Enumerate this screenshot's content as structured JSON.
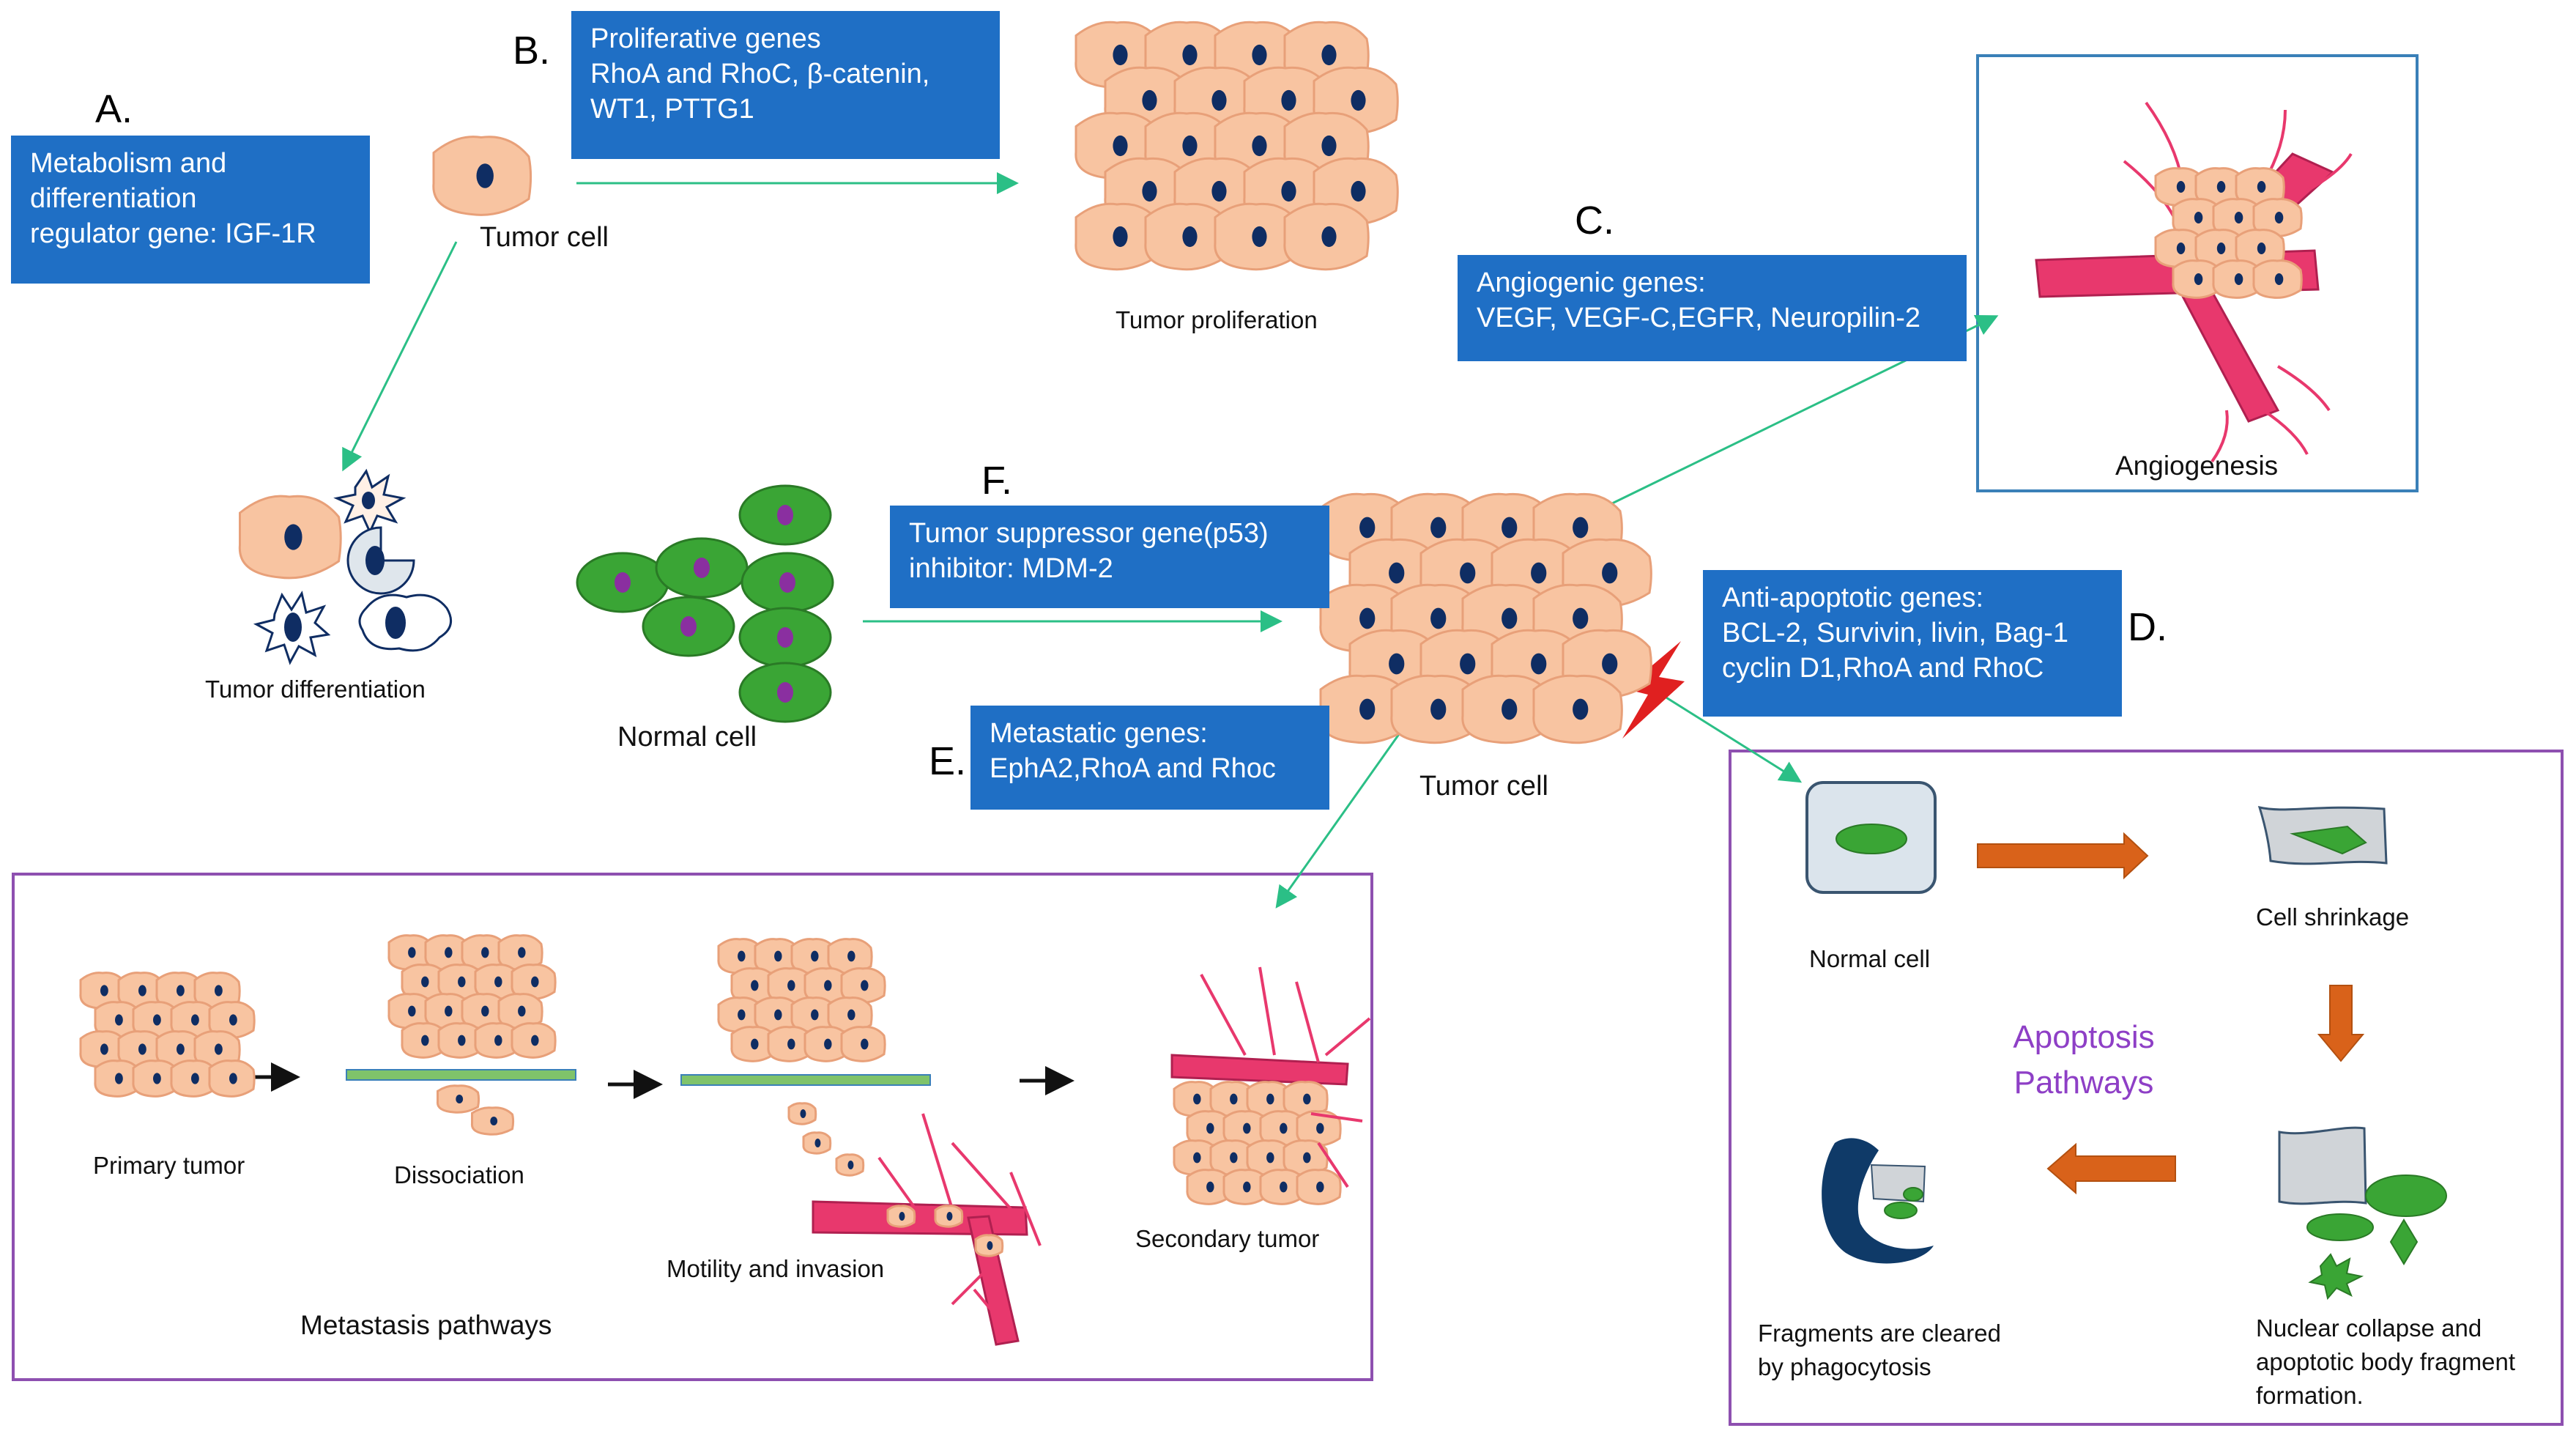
{
  "letters": {
    "a": "A.",
    "b": "B.",
    "c": "C.",
    "d": "D.",
    "e": "E.",
    "f": "F."
  },
  "boxes": {
    "metabolism": [
      "Metabolism and",
      "differentiation",
      "regulator gene: IGF-1R"
    ],
    "proliferative": [
      "Proliferative genes",
      "RhoA and RhoC, β-catenin,",
      "WT1, PTTG1"
    ],
    "angiogenic": [
      "Angiogenic genes:",
      "VEGF, VEGF-C,EGFR, Neuropilin-2"
    ],
    "suppressor": [
      "Tumor suppressor gene(p53)",
      "inhibitor: MDM-2"
    ],
    "antiapoptotic": [
      "Anti-apoptotic genes:",
      "BCL-2, Survivin, livin, Bag-1",
      "cyclin D1,RhoA and RhoC"
    ],
    "metastatic": [
      "Metastatic genes:",
      "EphA2,RhoA and Rhoc"
    ]
  },
  "labels": {
    "tumor_cell_top": "Tumor cell",
    "tumor_proliferation": "Tumor proliferation",
    "angiogenesis": "Angiogenesis",
    "tumor_differentiation": "Tumor differentiation",
    "normal_cell": "Normal cell",
    "tumor_cell_center": "Tumor cell",
    "primary_tumor": "Primary tumor",
    "dissociation": "Dissociation",
    "motility_invasion": "Motility and invasion",
    "secondary_tumor": "Secondary tumor",
    "metastasis_pathways": "Metastasis pathways",
    "apop_normal_cell": "Normal cell",
    "cell_shrinkage": "Cell shrinkage",
    "apoptosis_pathways": [
      "Apoptosis",
      "Pathways"
    ],
    "fragments_cleared": [
      "Fragments are cleared",
      "by phagocytosis"
    ],
    "nuclear_collapse": [
      "Nuclear collapse and",
      "apoptotic body fragment",
      "formation."
    ]
  },
  "colors": {
    "gene_box": "#1f6fc5",
    "tumor_cell_fill": "#f8c4a1",
    "tumor_cell_stroke": "#e8a079",
    "nucleus": "#0f2d63",
    "normal_cell_fill": "#3aa535",
    "normal_nucleus": "#8a2fa0",
    "vessel": "#e8386d",
    "arrow_green": "#2bbf86",
    "pathway_frame_purple": "#8e50b0",
    "angio_frame_blue": "#3a80b8",
    "apoptosis_arrow": "#d9621a",
    "lightning": "#e02020"
  }
}
